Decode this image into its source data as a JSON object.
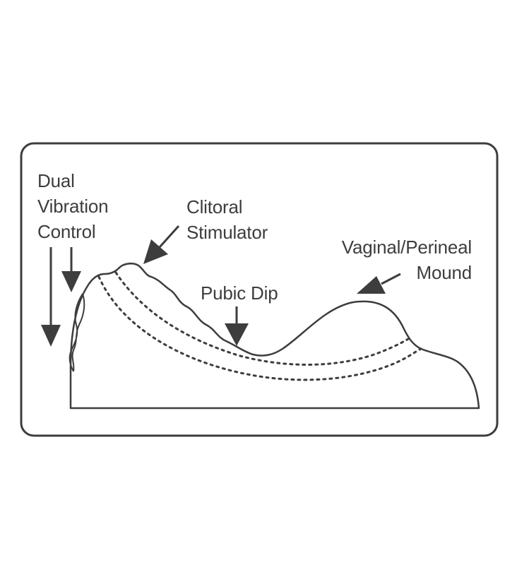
{
  "labels": {
    "dual_vibration_control": [
      "Dual",
      "Vibration",
      "Control"
    ],
    "clitoral_stimulator": [
      "Clitoral",
      "Stimulator"
    ],
    "pubic_dip": "Pubic Dip",
    "vaginal_perineal_mound": [
      "Vaginal/Perineal",
      "Mound"
    ]
  },
  "colors": {
    "stroke": "#3d3d3d",
    "text": "#3d3d3d",
    "background": "#ffffff"
  }
}
